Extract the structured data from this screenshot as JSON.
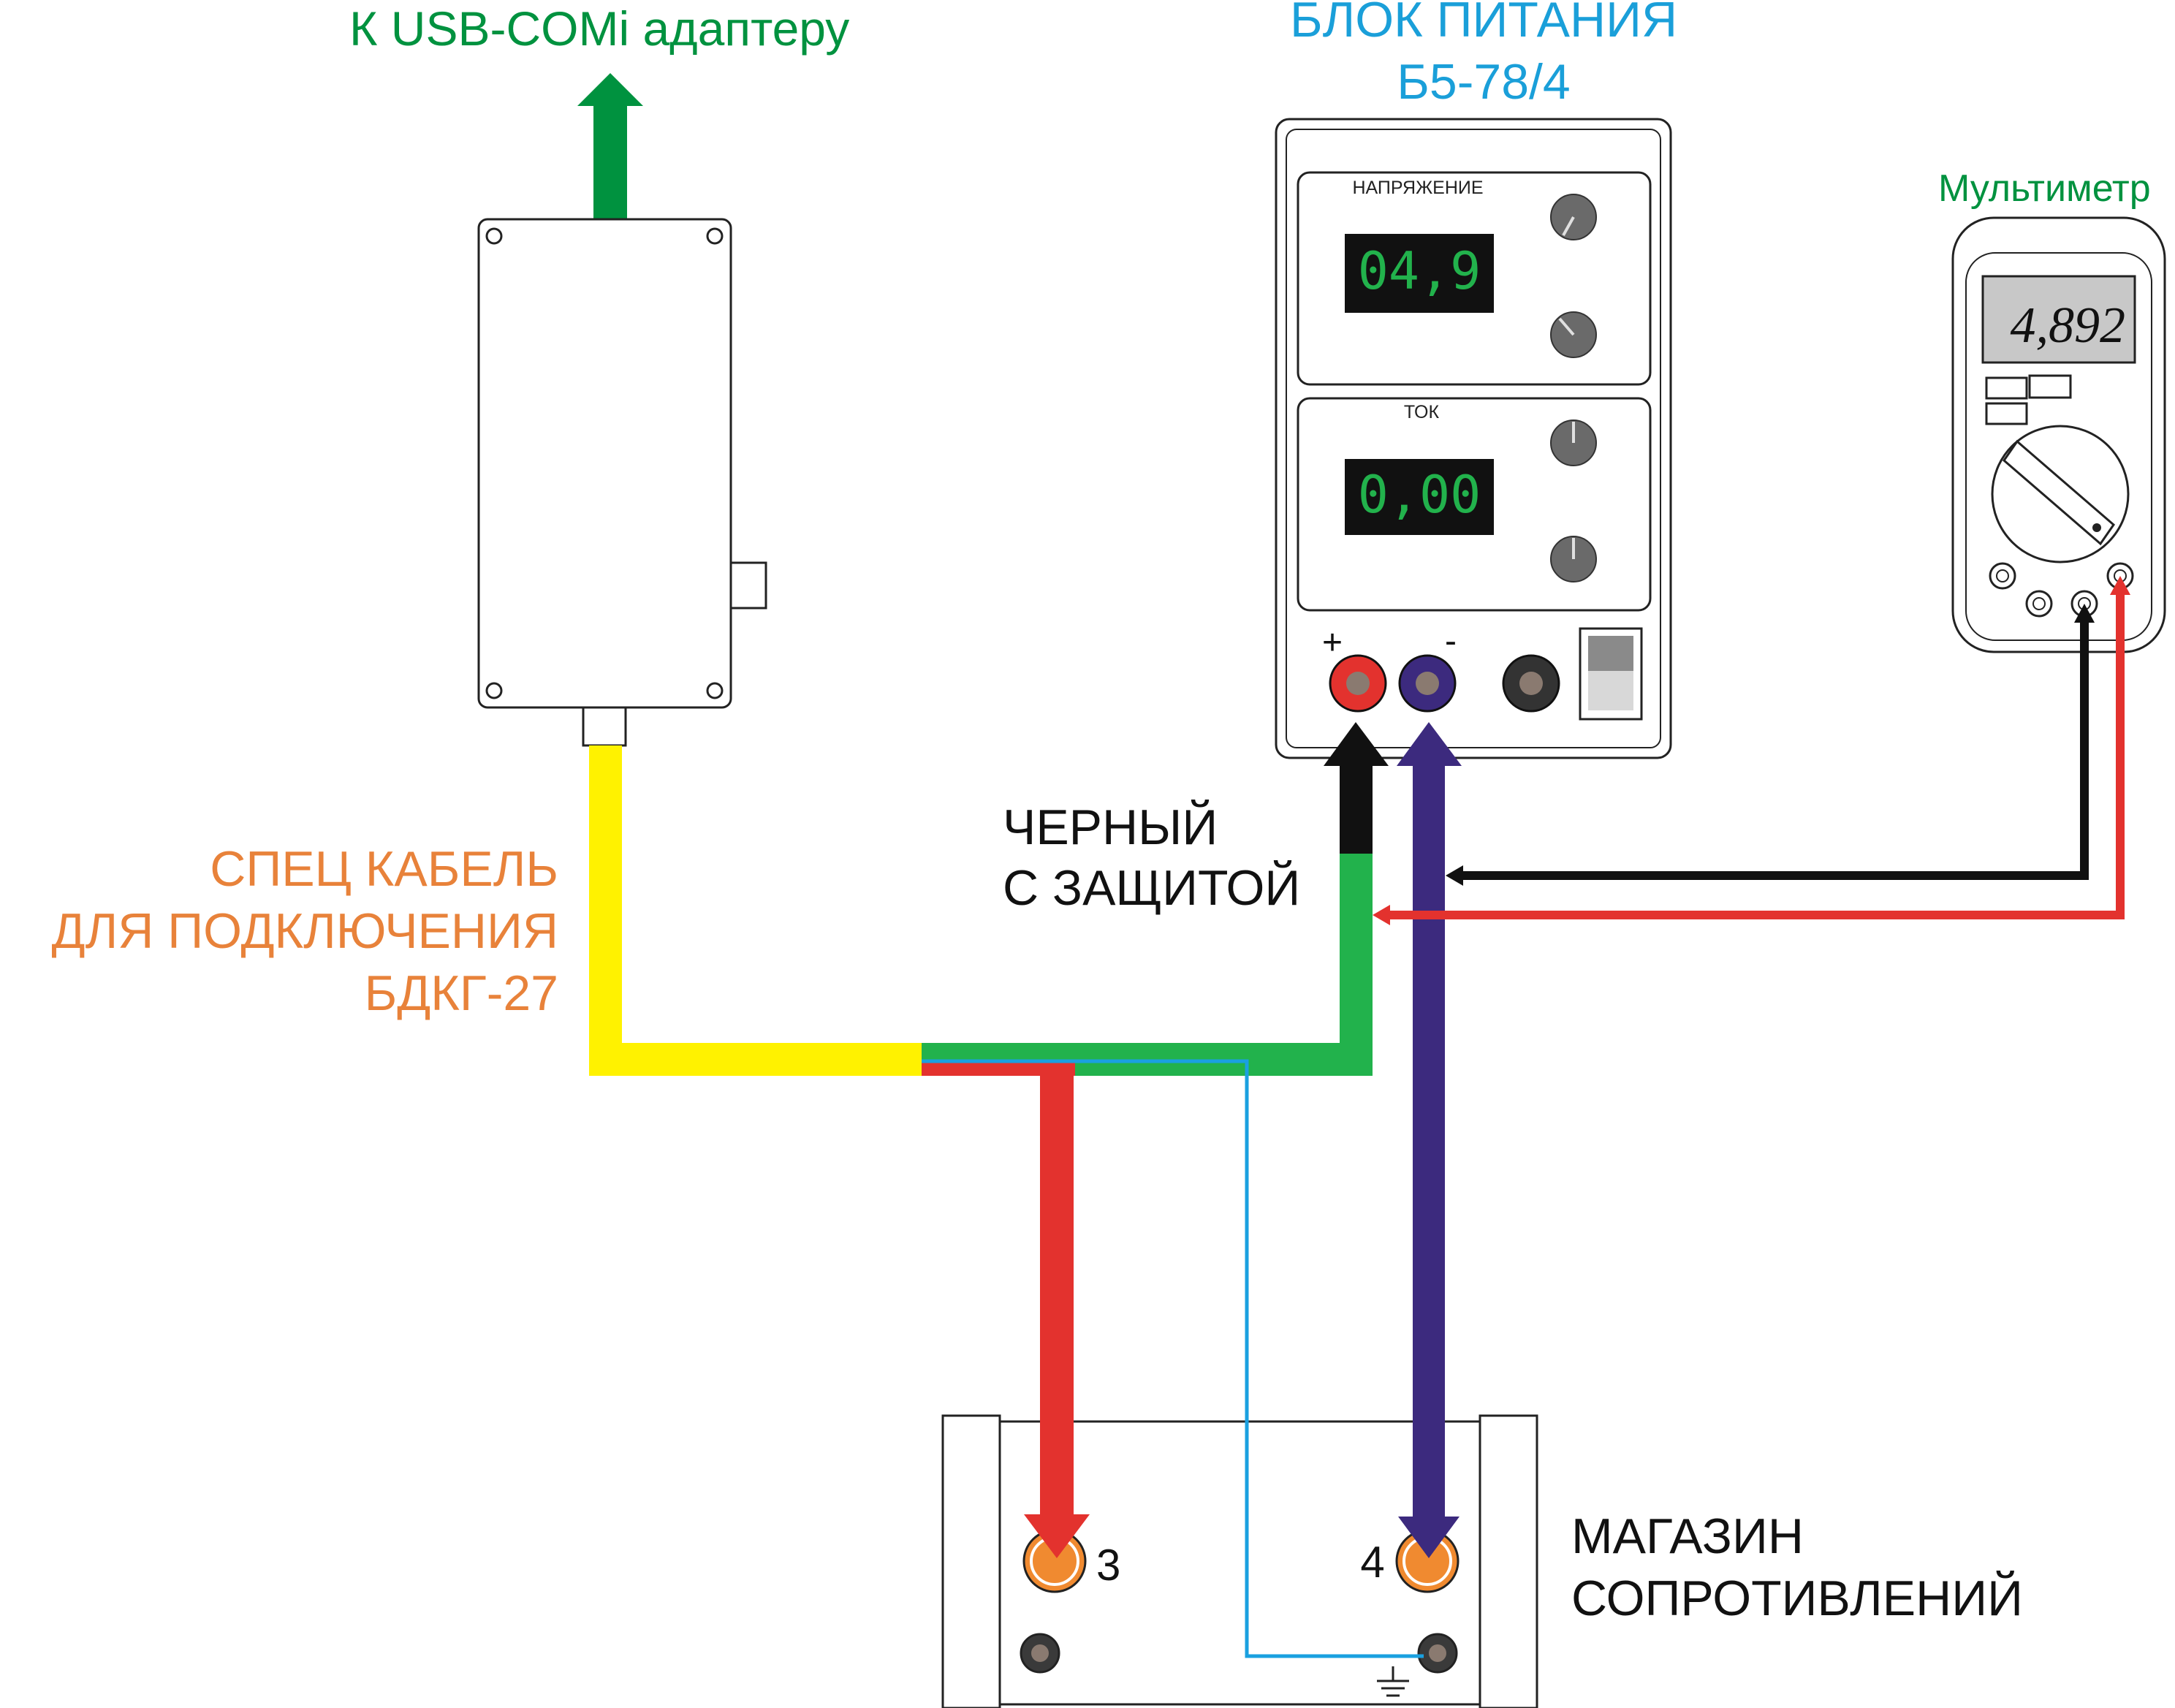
{
  "labels": {
    "usb_adapter": "К USB-COMi адаптеру",
    "psu_title_line1": "БЛОК ПИТАНИЯ",
    "psu_title_line2": "Б5-78/4",
    "multimeter": "Мультиметр",
    "cable_line1": "СПЕЦ КАБЕЛЬ",
    "cable_line2": "ДЛЯ ПОДКЛЮЧЕНИЯ",
    "cable_line3": "БДКГ-27",
    "black_line1": "ЧЕРНЫЙ",
    "black_line2": "С ЗАЩИТОЙ",
    "box_line1": "МАГАЗИН",
    "box_line2": "СОПРОТИВЛЕНИЙ"
  },
  "psu": {
    "voltage_label": "НАПРЯЖЕНИЕ",
    "voltage_display": "04,9",
    "current_label": "ТОК",
    "current_display": "0,00",
    "plus_label": "+",
    "minus_label": "-"
  },
  "multimeter": {
    "display": "4,892"
  },
  "resistance_box": {
    "terminal_left": "3",
    "terminal_right": "4"
  },
  "colors": {
    "usb_label": "#00923f",
    "psu_title": "#1a9fd9",
    "multimeter_label": "#00923f",
    "cable_label": "#e8823a",
    "wire_yellow": "#fff200",
    "wire_green": "#22b24c",
    "wire_red": "#e3322e",
    "wire_black": "#111111",
    "wire_purple": "#3c2a7e",
    "wire_blue": "#1aa0e0",
    "seg_display_text": "#22b24c",
    "terminal_orange": "#f08a30"
  }
}
